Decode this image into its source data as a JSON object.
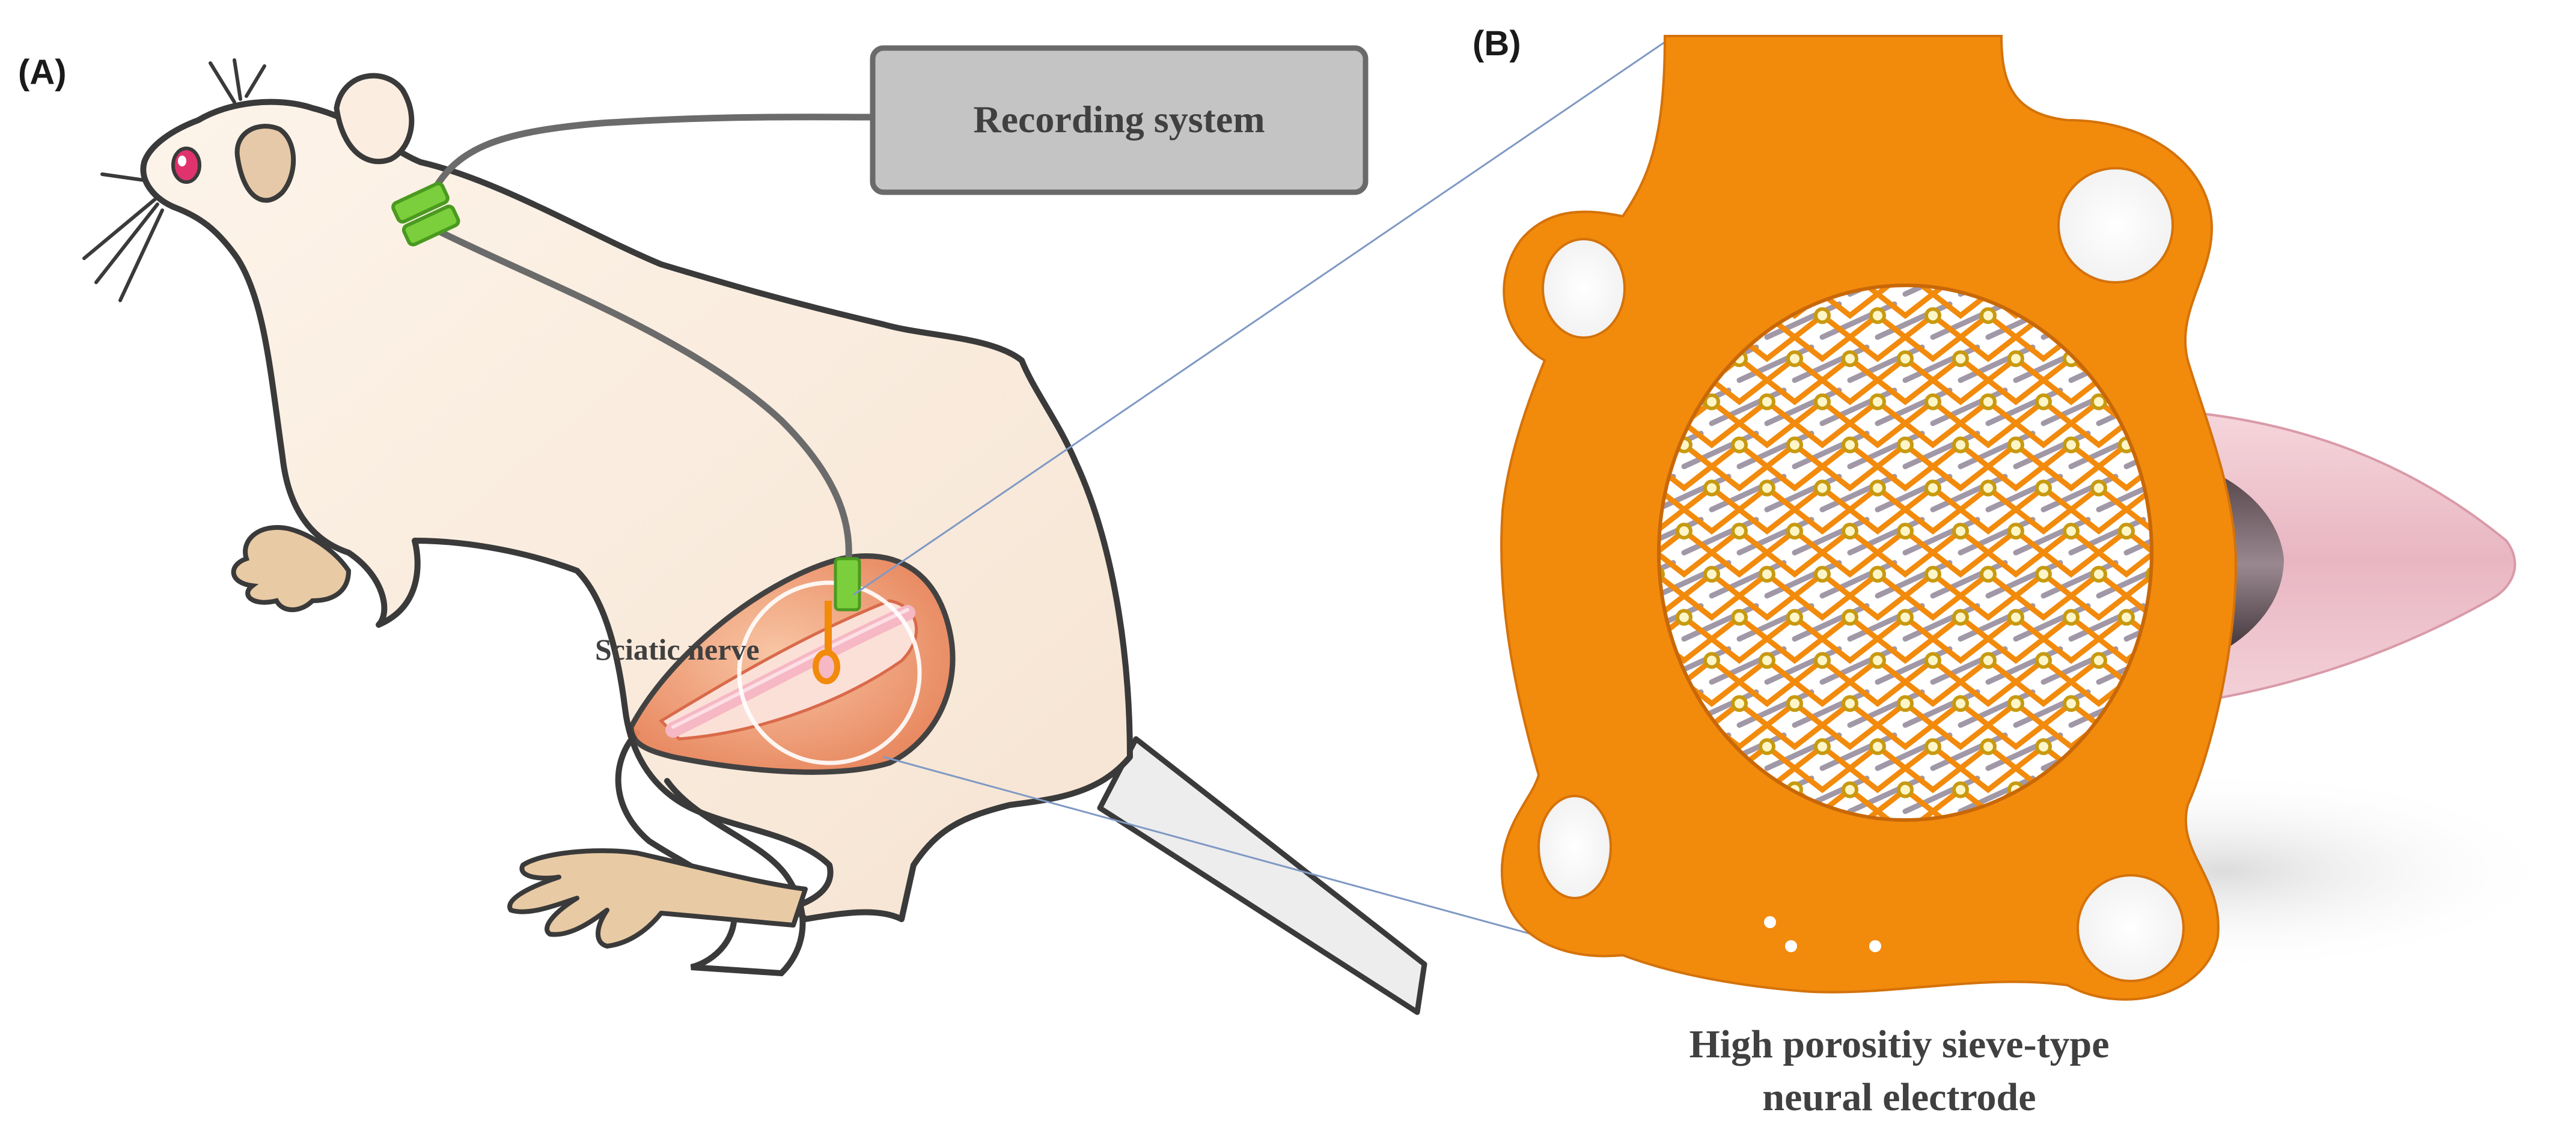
{
  "panel_a": {
    "label": "(A)",
    "recording_box_label": "Recording system",
    "nerve_label": "Sciatic nerve"
  },
  "panel_b": {
    "label": "(B)",
    "caption_line1": "High porositiy  sieve-type",
    "caption_line2": "neural electrode"
  },
  "colors": {
    "rat_fill": "#fbeee0",
    "rat_outline": "#3a3a3a",
    "paw_fill": "#e8caa4",
    "eye": "#e0336e",
    "connector_green": "#7ccf3c",
    "cable": "#6b6b6b",
    "recording_box_fill": "#c4c4c4",
    "electrode_orange": "#f28a0c",
    "nerve_pink": "#f6b8c4",
    "thigh_orange": "#f2a07a",
    "leader_line": "#7f99c4"
  }
}
